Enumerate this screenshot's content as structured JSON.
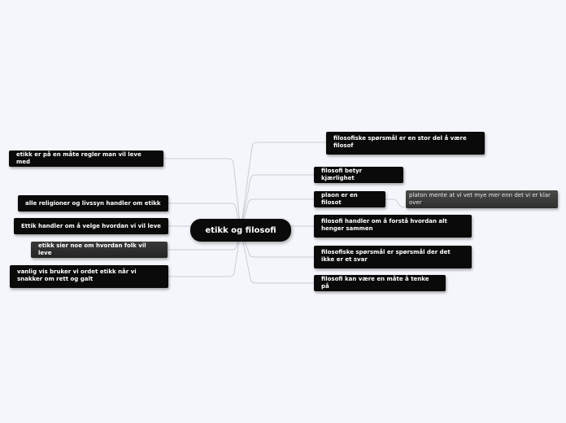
{
  "center": {
    "label": "etikk og filosofi"
  },
  "left_nodes": [
    {
      "label": "etikk er på en måte regler man vil leve med"
    },
    {
      "label": "alle religioner og livssyn handler om etikk"
    },
    {
      "label": "Ettik handler om å velge hvordan vi vil leve"
    },
    {
      "label": "etikk sier noe om hvordan folk vil leve"
    },
    {
      "label": "vanlig vis bruker vi ordet etikk når vi snakker om rett og galt"
    }
  ],
  "right_nodes": [
    {
      "label": "filosofiske spørsmål er en  stor del å være filosof"
    },
    {
      "label": "filosofi betyr kjærlighet"
    },
    {
      "label": "plaon er en filosot"
    },
    {
      "label": "filosofi handler om å forstå hvordan alt henger sammen"
    },
    {
      "label": "filosofiske spørsmål er spørsmål der det ikke er et svar"
    },
    {
      "label": "filosofi kan være en måte å tenke på"
    }
  ],
  "note": {
    "label": "platon mente at vi vet mye mer enn det vi er klar over"
  },
  "colors": {
    "background": "#f4f6fb",
    "node": "#0a0a0a",
    "connector": "#c9cdd4"
  }
}
